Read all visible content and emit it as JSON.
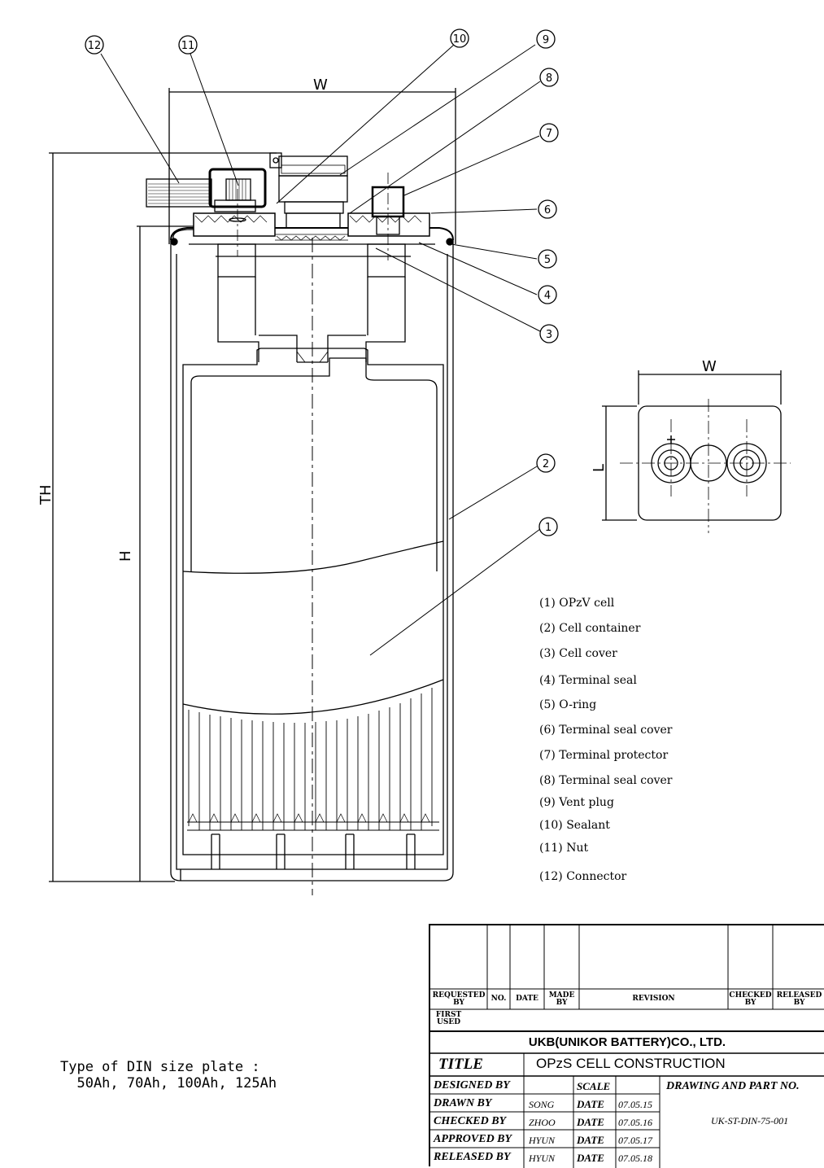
{
  "callouts": [
    "1",
    "2",
    "3",
    "4",
    "5",
    "6",
    "7",
    "8",
    "9",
    "10",
    "11",
    "12"
  ],
  "dimensions": {
    "width": "W",
    "total_height": "TH",
    "height": "H",
    "length": "L",
    "top_view_width": "W"
  },
  "legend": [
    "(1) OPzV cell",
    "(2) Cell container",
    "(3) Cell cover",
    "(4) Terminal seal",
    "(5) O-ring",
    "(6) Terminal seal cover",
    "(7) Terminal protector",
    "(8) Terminal seal cover",
    "(9) Vent plug",
    "(10) Sealant",
    "(11) Nut",
    "(12) Connector"
  ],
  "din_note": {
    "line1": "Type of DIN size plate :",
    "line2": "  50Ah, 70Ah, 100Ah, 125Ah"
  },
  "title_block": {
    "headers": {
      "requested_by": "REQUESTED BY",
      "no": "NO.",
      "date": "DATE",
      "made_by": "MADE BY",
      "revision": "REVISION",
      "checked_by": "CHECKED BY",
      "released_by": "RELEASED BY",
      "first_used": "FIRST USED"
    },
    "company": "UKB(UNIKOR BATTERY)CO., LTD.",
    "title_label": "TITLE",
    "title": "OPzS CELL CONSTRUCTION",
    "scale_label": "SCALE",
    "drawing_label": "DRAWING AND PART NO.",
    "drawing_no": "UK-ST-DIN-75-001",
    "rows": [
      {
        "label": "DESIGNED BY",
        "name": "",
        "field": "SCALE",
        "value": ""
      },
      {
        "label": "DRAWN BY",
        "name": "SONG",
        "field": "DATE",
        "value": "07.05.15"
      },
      {
        "label": "CHECKED BY",
        "name": "ZHOO",
        "field": "DATE",
        "value": "07.05.16"
      },
      {
        "label": "APPROVED BY",
        "name": "HYUN",
        "field": "DATE",
        "value": "07.05.17"
      },
      {
        "label": "RELEASED BY",
        "name": "HYUN",
        "field": "DATE",
        "value": "07.05.18"
      }
    ]
  }
}
